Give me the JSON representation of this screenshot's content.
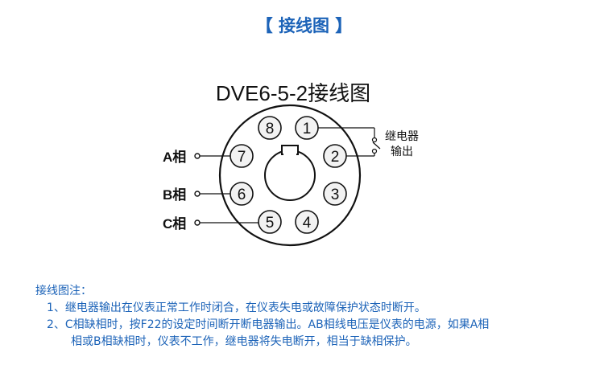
{
  "page_title": "【 接线图 】",
  "diagram": {
    "title": "DVE6-5-2接线图",
    "pins": [
      {
        "label": "1",
        "id": 1
      },
      {
        "label": "2",
        "id": 2
      },
      {
        "label": "3",
        "id": 3
      },
      {
        "label": "4",
        "id": 4
      },
      {
        "label": "5",
        "id": 5
      },
      {
        "label": "6",
        "id": 6
      },
      {
        "label": "7",
        "id": 7
      },
      {
        "label": "8",
        "id": 8
      }
    ],
    "phase_a": "A相",
    "phase_b": "B相",
    "phase_c": "C相",
    "relay_label_line1": "继电器",
    "relay_label_line2": "输出"
  },
  "notes": {
    "heading": "接线图注：",
    "line1": "1、继电器输出在仪表正常工作时闭合，在仪表失电或故障保护状态时断开。",
    "line2a": "2、C相缺相时，按F22的设定时间断开断电器输出。AB相线电压是仪表的电源，如果A相",
    "line2b": "相或B相缺相时，仪表不工作，继电器将失电断开，相当于缺相保护。"
  },
  "colors": {
    "accent": "#1c63b8",
    "line": "#111111",
    "pin_fill": "#f2f2f2"
  }
}
